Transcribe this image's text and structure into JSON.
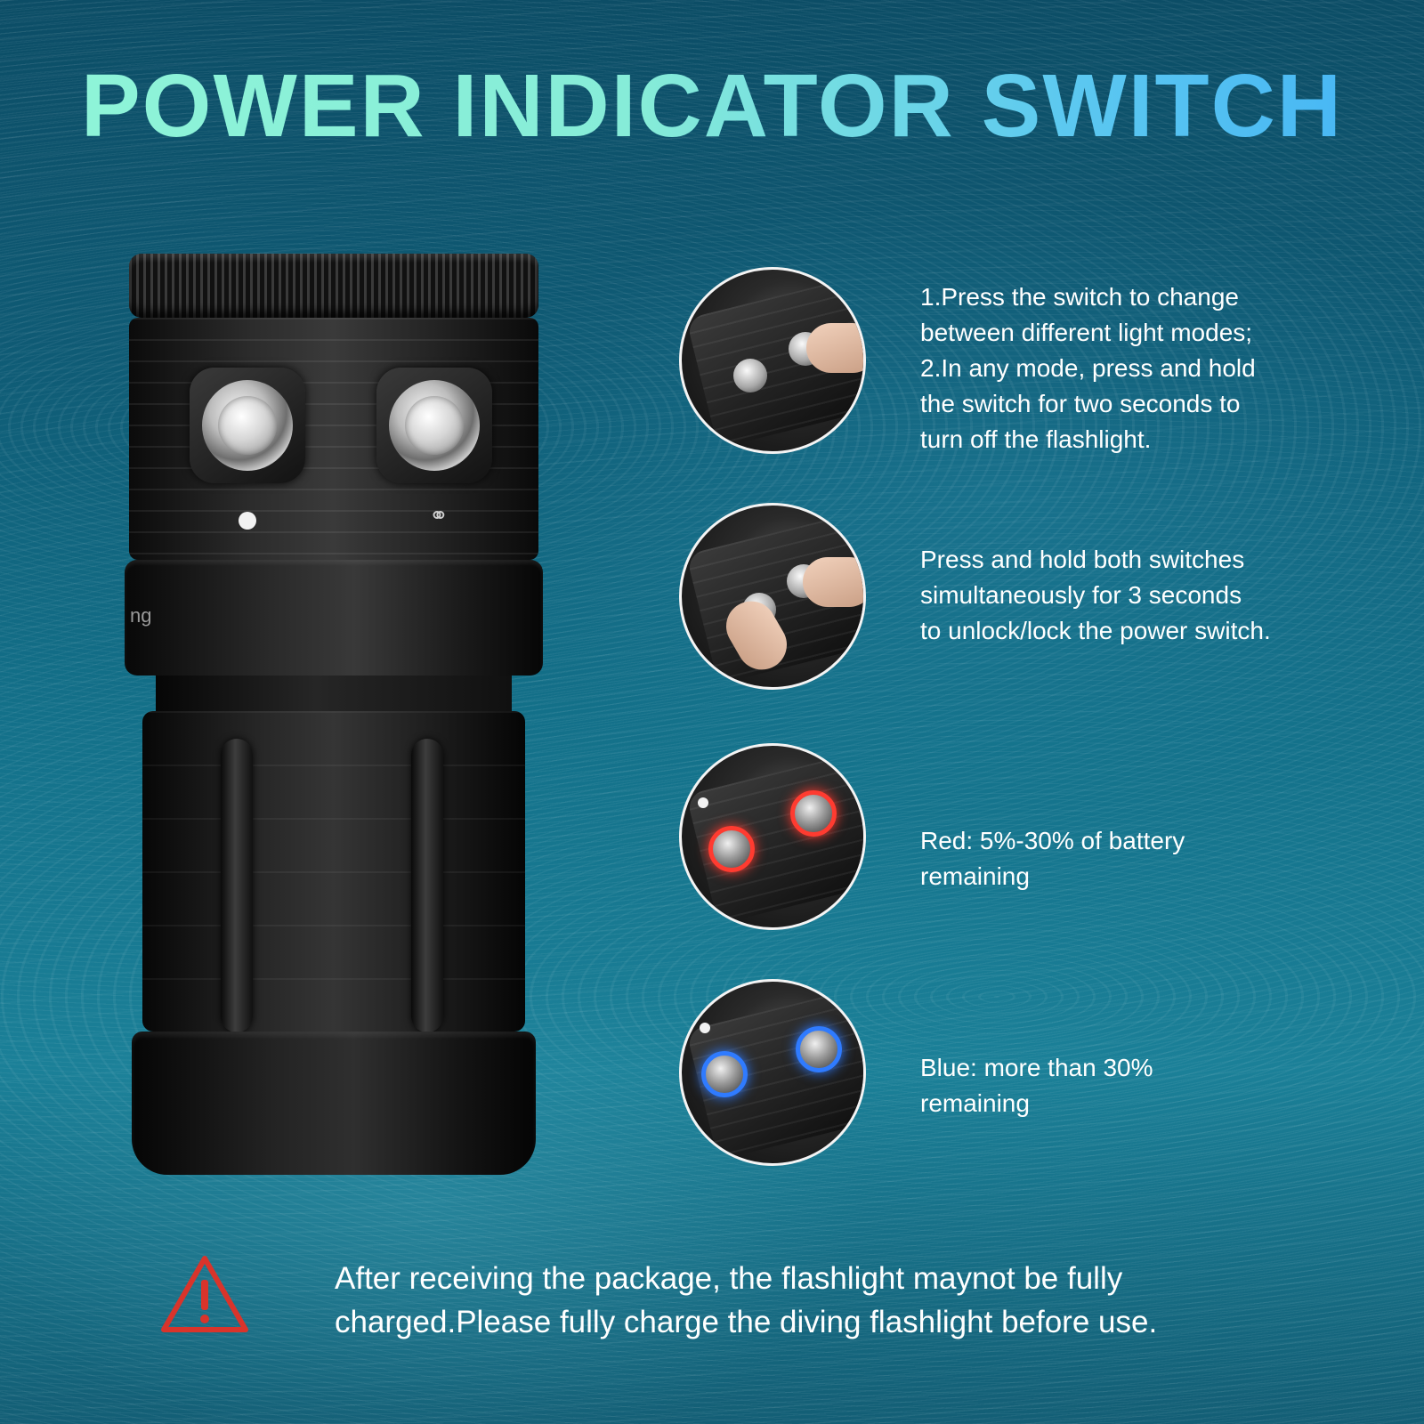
{
  "header": {
    "title": "POWER INDICATOR SWITCH"
  },
  "product": {
    "ring_engraving": "ng",
    "mode_icon_glyph": "⚭",
    "color": "#111111"
  },
  "steps": [
    {
      "photo_icon": "press-switch-photo",
      "lines": [
        "1.Press the switch to change",
        "between different light modes;",
        "2.In any  mode, press and hold",
        "the switch for two seconds to",
        "turn off the flashlight."
      ]
    },
    {
      "photo_icon": "press-both-switches-photo",
      "lines": [
        "Press and hold both switches",
        "simultaneously for 3 seconds",
        "to unlock/lock the power switch."
      ]
    },
    {
      "photo_icon": "red-indicator-photo",
      "indicator_color": "#ff3b30",
      "lines": [
        "Red: 5%-30% of battery",
        "remaining"
      ]
    },
    {
      "photo_icon": "blue-indicator-photo",
      "indicator_color": "#2f7bff",
      "lines": [
        "Blue: more than 30%",
        "remaining"
      ]
    }
  ],
  "warning": {
    "icon": "warning-triangle-icon",
    "color": "#d9342b",
    "lines": [
      "After receiving the package, the flashlight maynot be fully",
      "charged.Please fully charge the diving flashlight before use."
    ]
  }
}
